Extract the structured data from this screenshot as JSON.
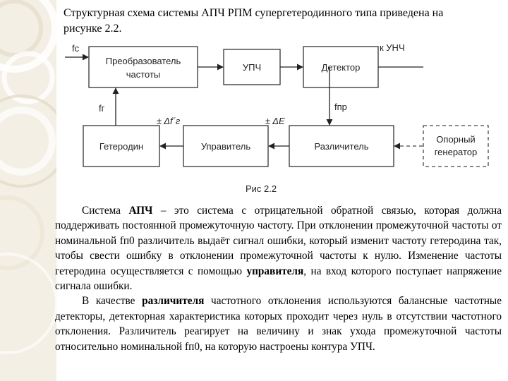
{
  "header": {
    "line1": "Структурная схема системы АПЧ РПМ супергетеродинного типа приведена на",
    "line2": "рисунке 2.2."
  },
  "diagram": {
    "blocks": {
      "converter_l1": "Преобразователь",
      "converter_l2": "частоты",
      "if_amp": "УПЧ",
      "detector": "Детектор",
      "heterodyne": "Гетеродин",
      "controller": "Управитель",
      "discriminator": "Различитель",
      "ref_l1": "Опорный",
      "ref_l2": "генератор"
    },
    "signals": {
      "fc": "fc",
      "to_unch": "к УНЧ",
      "fpr": "fпр",
      "fg": "fг",
      "delta_f": "± Δf´г",
      "delta_e": "± ΔE"
    },
    "caption": "Рис 2.2"
  },
  "body": {
    "p1": [
      {
        "t": "Система ",
        "b": false
      },
      {
        "t": "АПЧ",
        "b": true
      },
      {
        "t": " – это система с отрицательной обратной связью, которая должна поддерживать постоянной промежуточную частоту. При отклонении промежуточной частоты от номинальной fп0 различитель выдаёт сигнал ошибки, который изменит частоту гетеродина так, чтобы свести ошибку в отклонении промежуточной частоты к нулю.  Изменение частоты гетеродина осуществляется с помощью ",
        "b": false
      },
      {
        "t": "управителя",
        "b": true
      },
      {
        "t": ", на вход которого поступает напряжение сигнала ошибки.",
        "b": false
      }
    ],
    "p2": [
      {
        "t": "В качестве ",
        "b": false
      },
      {
        "t": "различителя",
        "b": true
      },
      {
        "t": " частотного отклонения используются балансные частотные детекторы, детекторная характеристика которых проходит через нуль в отсутствии частотного отклонения. Различитель реагирует на величину и знак ухода промежуточной частоты относительно номинальной fп0, на которую настроены контура УПЧ.",
        "b": false
      }
    ]
  }
}
